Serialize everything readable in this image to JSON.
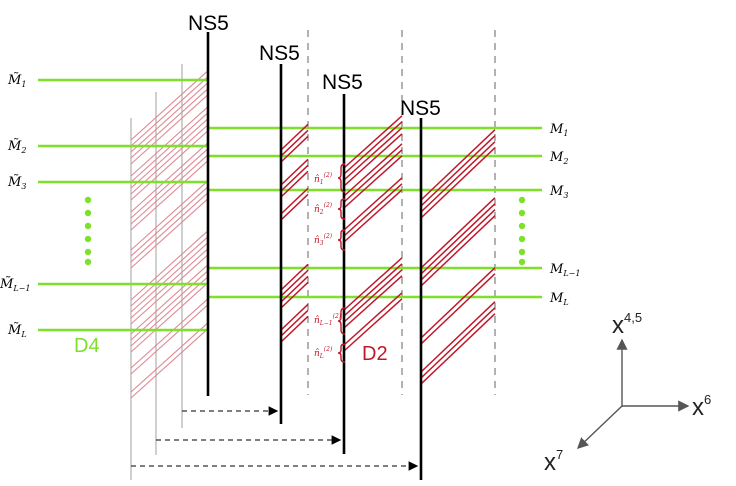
{
  "ns5_labels": [
    "NS5",
    "NS5",
    "NS5",
    "NS5"
  ],
  "left_labels": [
    {
      "main": "M̃",
      "sub": "1"
    },
    {
      "main": "M̃",
      "sub": "2"
    },
    {
      "main": "M̃",
      "sub": "3"
    },
    {
      "main": "M̃",
      "sub": "L−1"
    },
    {
      "main": "M̃",
      "sub": "L"
    }
  ],
  "right_labels": [
    {
      "main": "M",
      "sub": "1"
    },
    {
      "main": "M",
      "sub": "2"
    },
    {
      "main": "M",
      "sub": "3"
    },
    {
      "main": "M",
      "sub": "L−1"
    },
    {
      "main": "M",
      "sub": "L"
    }
  ],
  "n_labels": [
    {
      "main": "n̂",
      "sub": "1",
      "sup": "(2)"
    },
    {
      "main": "n̂",
      "sub": "2",
      "sup": "(2)"
    },
    {
      "main": "n̂",
      "sub": "3",
      "sup": "(2)"
    },
    {
      "main": "n̂",
      "sub": "L−1",
      "sup": "(2)"
    },
    {
      "main": "n̂",
      "sub": "L",
      "sup": "(2)"
    }
  ],
  "d4_label": "D4",
  "d2_label": "D2",
  "axes": {
    "up": "x",
    "up_sup": "4,5",
    "right": "x",
    "right_sup": "6",
    "down": "x",
    "down_sup": "7"
  },
  "colors": {
    "green": "#7fe02a",
    "red": "#c0182a",
    "pink": "#e08a96",
    "gray": "#b8b8b8",
    "black": "#000000",
    "dash": "#666666"
  }
}
